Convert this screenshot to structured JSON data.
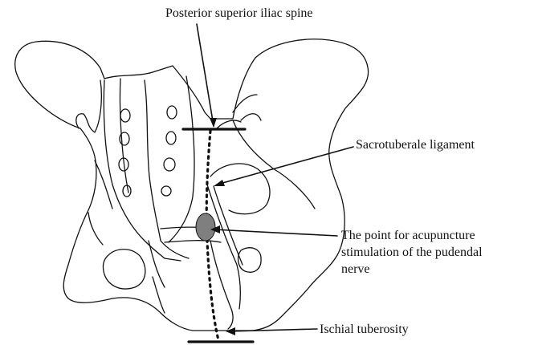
{
  "labels": {
    "posterior_superior_iliac_spine": "Posterior superior iliac spine",
    "sacrotuberale_ligament": "Sacrotuberale ligament",
    "acupuncture_point": {
      "line1": "The point for acupuncture",
      "line2": "stimulation of the pudendal",
      "line3": "nerve"
    },
    "ischial_tuberosity": "Ischial tuberosity"
  },
  "colors": {
    "ink": "#111111",
    "point_fill": "#7f7f7f",
    "background": "#ffffff"
  }
}
